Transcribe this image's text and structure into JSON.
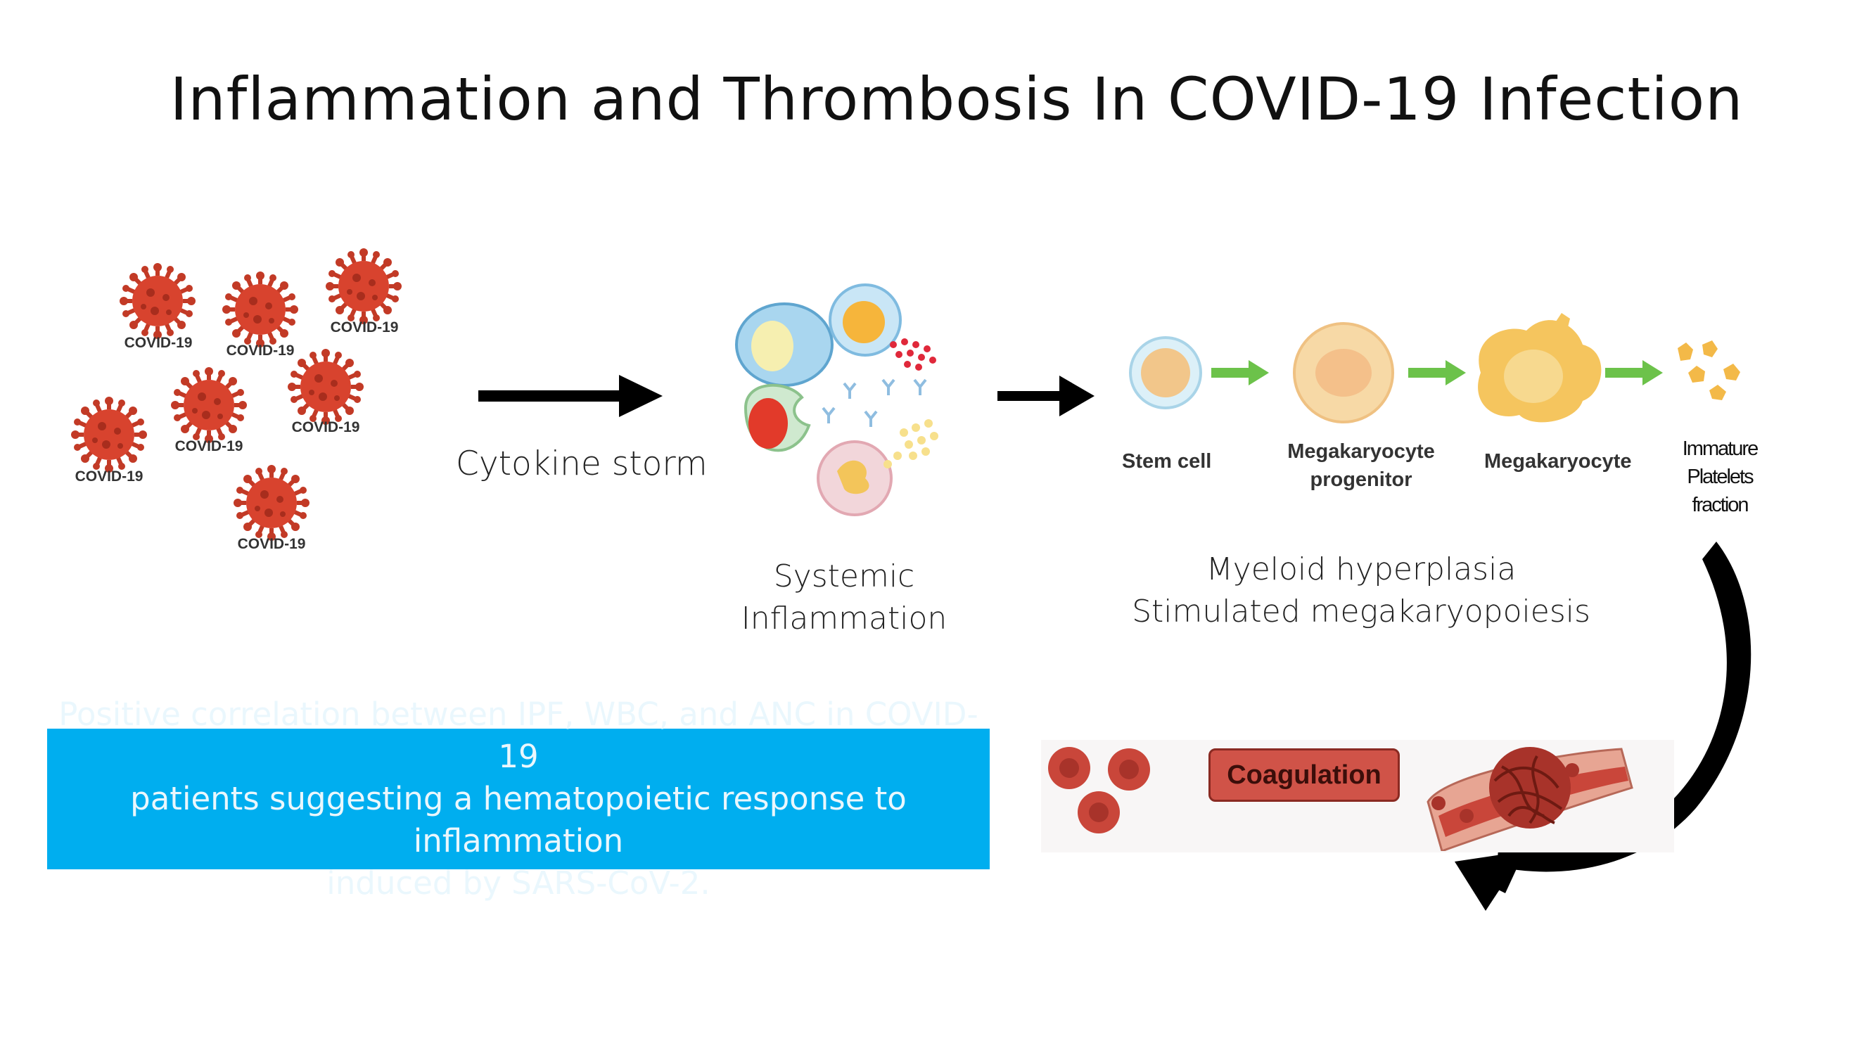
{
  "title": "Inflammation and Thrombosis In COVID-19 Infection",
  "virus_labels": [
    "COVID-19",
    "COVID-19",
    "COVID-19",
    "COVID-19",
    "COVID-19",
    "COVID-19",
    "COVID-19"
  ],
  "arrow1_label": "Cytokine storm",
  "inflammation_label": [
    "Systemic",
    "Inflammation"
  ],
  "cells": {
    "stem": "Stem cell",
    "progenitor": [
      "Megakaryocyte",
      "progenitor"
    ],
    "megakaryocyte": "Megakaryocyte",
    "platelets": [
      "Immature",
      "Platelets",
      "fraction"
    ]
  },
  "myeloid_label": [
    "Myeloid hyperplasia",
    "Stimulated megakaryopoiesis"
  ],
  "info_text": [
    "Positive correlation between IPF, WBC, and ANC in COVID-19",
    "patients suggesting a hematopoietic response to inflammation",
    "induced by SARS-CoV-2."
  ],
  "coagulation_label": "Coagulation",
  "colors": {
    "virus": "#d8432e",
    "box": "#00aeef",
    "green_arrow": "#6cc24a",
    "coag": "#d05348"
  }
}
